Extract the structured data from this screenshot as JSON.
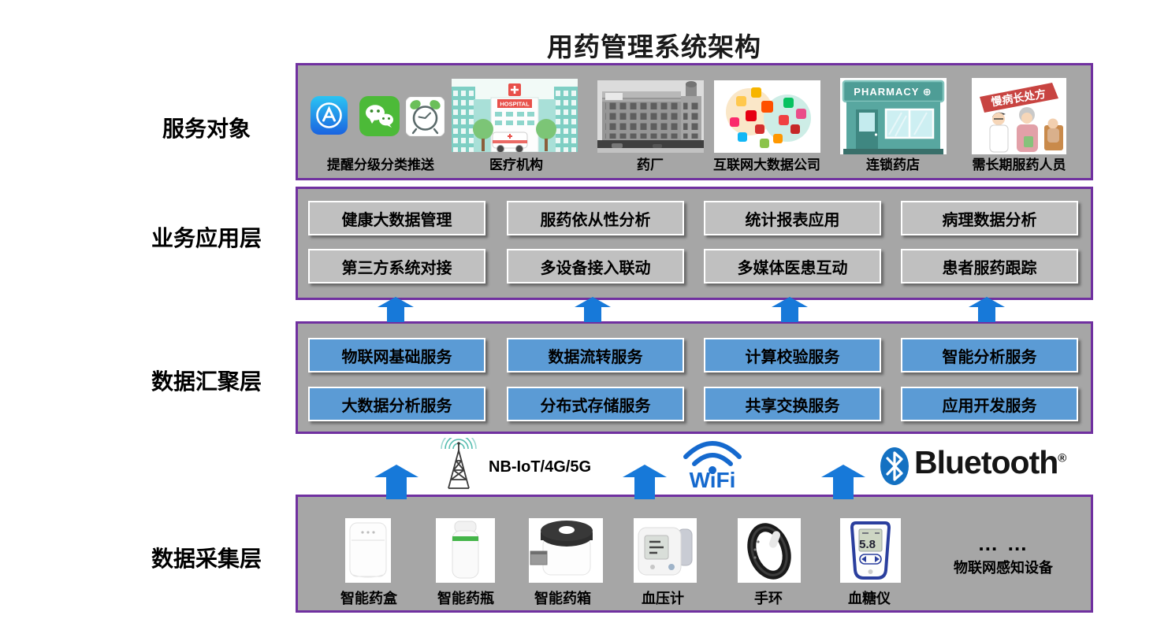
{
  "title": "用药管理系统架构",
  "labels": {
    "service": "服务对象",
    "application": "业务应用层",
    "aggregation": "数据汇聚层",
    "collection": "数据采集层"
  },
  "service": {
    "caption_push": "提醒分级分类推送",
    "caption_hospital": "医疗机构",
    "caption_factory": "药厂",
    "caption_internet": "互联网大数据公司",
    "caption_pharmacy": "连锁药店",
    "caption_longterm": "需长期服药人员",
    "hospital_sign": "HOSPITAL",
    "pharmacy_sign": "PHARMACY ⊕",
    "longterm_banner": "慢病长处方"
  },
  "application": {
    "boxes": [
      "健康大数据管理",
      "服药依从性分析",
      "统计报表应用",
      "病理数据分析",
      "第三方系统对接",
      "多设备接入联动",
      "多媒体医患互动",
      "患者服药跟踪"
    ]
  },
  "aggregation": {
    "boxes": [
      "物联网基础服务",
      "数据流转服务",
      "计算校验服务",
      "智能分析服务",
      "大数据分析服务",
      "分布式存储服务",
      "共享交换服务",
      "应用开发服务"
    ]
  },
  "connectivity": {
    "nbiot": "NB-IoT/4G/5G",
    "wifi": "WiFi",
    "bluetooth": "Bluetooth",
    "registered": "®"
  },
  "collection": {
    "devices": [
      "智能药盒",
      "智能药瓶",
      "智能药箱",
      "血压计",
      "手环",
      "血糖仪"
    ],
    "glucose_reading": "5.8",
    "ellipsis": "… …",
    "more_label": "物联网感知设备"
  },
  "colors": {
    "accent_purple": "#7030A0",
    "panel_gray": "#A6A6A6",
    "box_blue": "#5B9BD5",
    "box_gray": "#C0C0C0",
    "arrow_blue": "#1779D9"
  }
}
